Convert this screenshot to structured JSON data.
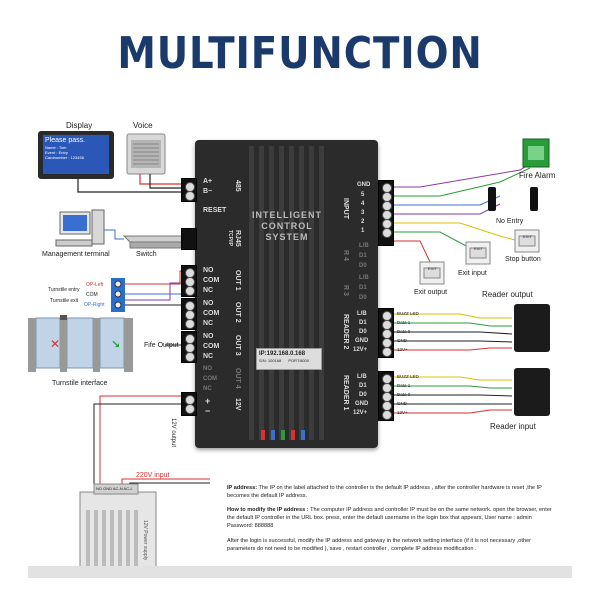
{
  "title": "MULTIFUNCTION",
  "display": {
    "label": "Display",
    "screen_lines": [
      "Please pass.",
      "Name : Tom",
      "Event : Entry",
      "Cardnumber : 123456"
    ]
  },
  "voice_label": "Voice",
  "management_terminal_label": "Management terminal",
  "switch_label": "Switch",
  "turnstile": {
    "op_left": "OP-Left",
    "com": "COM",
    "op_right": "OP-Right",
    "entry": "Turnstile entry",
    "exit": "Turnstile exit",
    "interface_label": "Turnstile interface"
  },
  "fife_output_label": "Fife Output",
  "controller": {
    "left_terminals": {
      "a_plus": "A+",
      "b_minus": "B−",
      "reset": "RESET",
      "no1": "NO",
      "com1": "COM",
      "nc1": "NC",
      "no2": "NO",
      "com2": "COM",
      "nc2": "NC",
      "no3": "NO",
      "com3": "COM",
      "nc3": "NC",
      "no4": "NO",
      "com4": "COM",
      "nc4": "NC",
      "plus": "+",
      "minus": "−"
    },
    "side_labels": {
      "rs485": "485",
      "rj45": "RJ45",
      "tcpip": "TCP/IP",
      "out1": "OUT 1",
      "out2": "OUT 2",
      "out3": "OUT 3",
      "out4": "OUT 4",
      "v12": "12V",
      "input": "INPUT",
      "r4": "R 4",
      "r3": "R 3",
      "reader2": "READER 2",
      "reader1": "READER 1"
    },
    "center_text": [
      "INTELLIGENT",
      "CONTROL",
      "SYSTEM"
    ],
    "ip_label": "IP:192.168.0.168",
    "sn_label": "S/N: 100168",
    "port_label": "PORT:8000",
    "input_terminals": [
      "GND",
      "5",
      "4",
      "3",
      "2",
      "1"
    ],
    "dim_terminals_r4": [
      "L/B",
      "D1",
      "D0"
    ],
    "dim_terminals_r3": [
      "L/B",
      "D1",
      "D0"
    ],
    "reader2_terminals": [
      "L/B",
      "D1",
      "D0",
      "GND",
      "12V+"
    ],
    "reader1_terminals": [
      "L/B",
      "D1",
      "D0",
      "GND",
      "12V+"
    ]
  },
  "wire_labels": {
    "r2": [
      "BUZZ LED",
      "Data 1",
      "Data 0",
      "GND",
      "12V+"
    ],
    "r1": [
      "BUZZ LED",
      "Data 1",
      "Data 0",
      "GND",
      "12V+"
    ]
  },
  "right_devices": {
    "fire_alarm": "Fire Alarm",
    "no_entry": "No Entry",
    "stop_button": "Stop button",
    "exit_input": "Exit input",
    "exit_output": "Exit output",
    "reader_output": "Reader output",
    "reader_input": "Reader input",
    "exit_button_text": "EXIT"
  },
  "v12_output_label": "12V output",
  "power": {
    "input_label": "220V input",
    "terminal_labels": "NO  GND  AC-N  AC-L",
    "supply_text": "12V Power supply"
  },
  "description": {
    "p1_head": "IP address:",
    "p1_body": " The IP on the label attached to the controller is the default IP address , after the controller hardware is reset ,the IP becomes the default IP address.",
    "p2_head": "How to modify the IP address :",
    "p2_body": " The computer IP address and controller IP must be on the same network. open the browser, enter the default IP controller in the URL box.  press, enter  the default username  in the login box that appears, User name : admin  Password: 888888",
    "p3_body": "After the login is successful, modify the IP address and gateway in the network setting interface (if it is not  necessary ,other  parameters do not need to be modified ),  save , restart  controller , complete  IP address modification ."
  },
  "colors": {
    "title": "#1a3a6b",
    "controller": "#2b2b2b",
    "wire_red": "#d93030",
    "wire_blue": "#3a6fd0",
    "wire_purple": "#8b3aa6",
    "wire_green": "#2a9d3a",
    "wire_yellow": "#d9c100",
    "wire_black": "#222222"
  }
}
